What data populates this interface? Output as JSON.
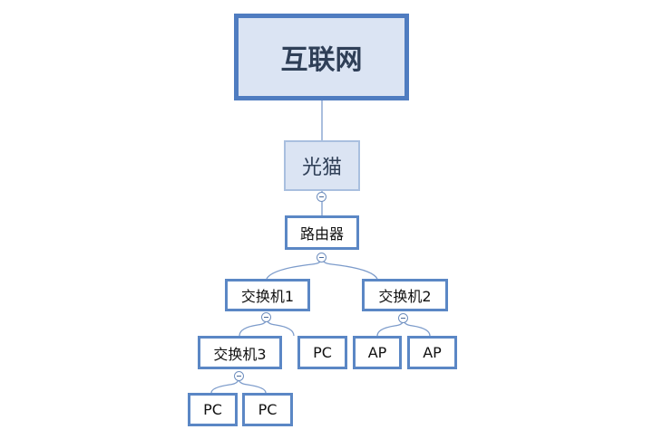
{
  "diagram": {
    "root": "互联网",
    "modem": "光猫",
    "router": "路由器",
    "switch1": "交换机1",
    "switch2": "交换机2",
    "switch3": "交换机3",
    "pc_switch1": "PC",
    "ap_1": "AP",
    "ap_2": "AP",
    "pc_1": "PC",
    "pc_2": "PC"
  },
  "colors": {
    "node_border": "#5b87c5",
    "root_fill": "#dbe4f3",
    "connector": "#7d9ccb"
  }
}
